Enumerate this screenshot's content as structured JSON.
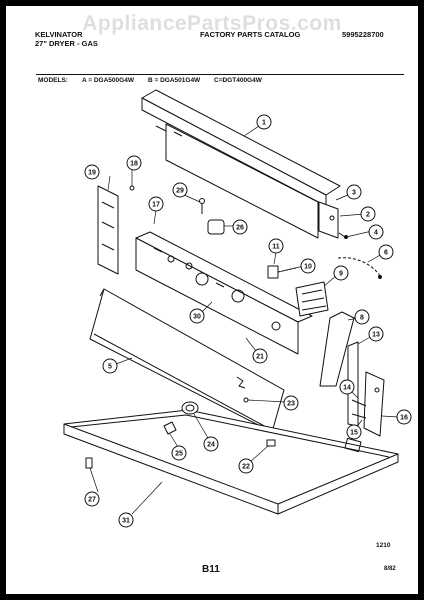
{
  "watermark": "AppliancePartsPros.com",
  "header": {
    "brand": "KELVINATOR",
    "product": "27\" DRYER - GAS",
    "catalog": "FACTORY PARTS CATALOG",
    "part_number": "5995228700"
  },
  "models": {
    "label": "MODELS:",
    "a": "A = DGA500G4W",
    "b": "B = DGA501G4W",
    "c": "C=DGT400G4W"
  },
  "footer": {
    "figure_code": "1210",
    "page": "B11",
    "date": "8/82"
  },
  "callouts": [
    "1",
    "2",
    "3",
    "4",
    "5",
    "6",
    "8",
    "9",
    "10",
    "11",
    "13",
    "14",
    "15",
    "16",
    "17",
    "18",
    "19",
    "21",
    "22",
    "23",
    "24",
    "25",
    "26",
    "27",
    "29",
    "30",
    "31"
  ]
}
